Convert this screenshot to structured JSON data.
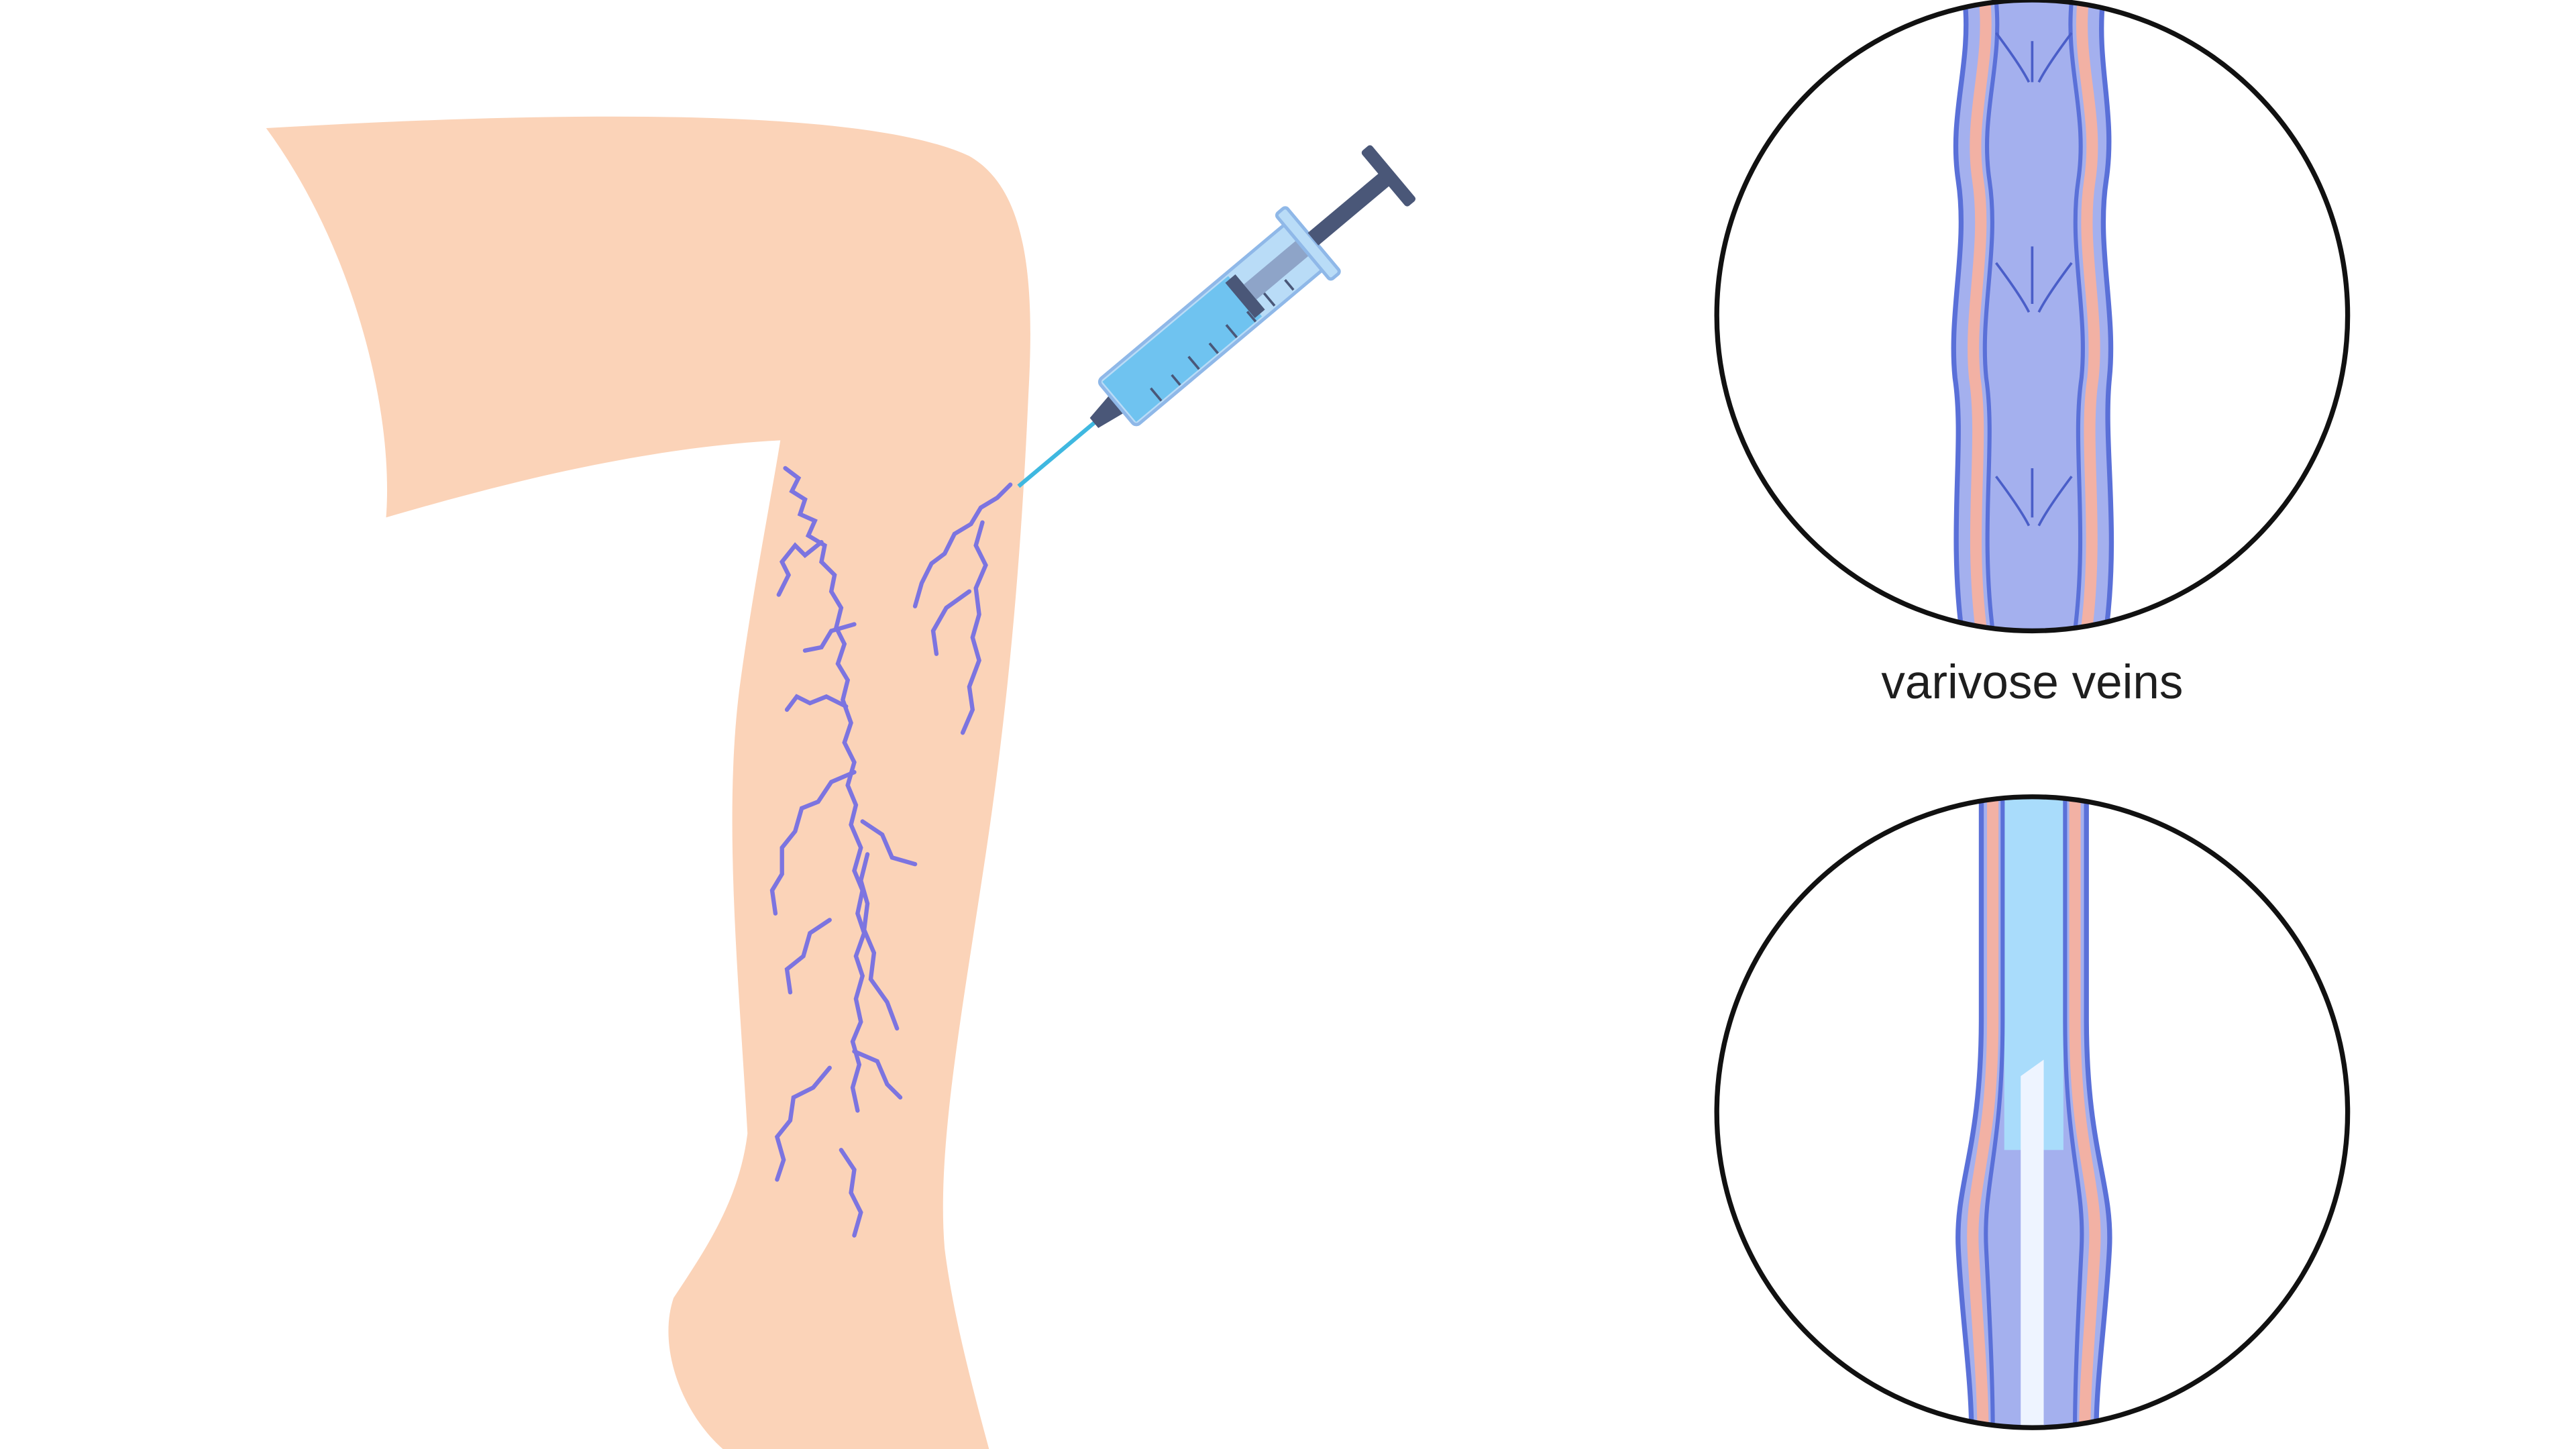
{
  "caption": "varivose veins",
  "colors": {
    "skin": "#fbd3b8",
    "vein": "#7c74e0",
    "vessel_fill": "#a4b0ee",
    "vessel_wall": "#f2b1a4",
    "vessel_outline": "#5a70d8",
    "sclerosant": "#a9dcfb",
    "syringe_barrel": "#b9dcf7",
    "plunger": "#4a5778",
    "circle_outline": "#111111"
  },
  "icons": [
    "leg-illustration",
    "syringe-icon",
    "vein-magnifier-before",
    "vein-magnifier-after"
  ]
}
